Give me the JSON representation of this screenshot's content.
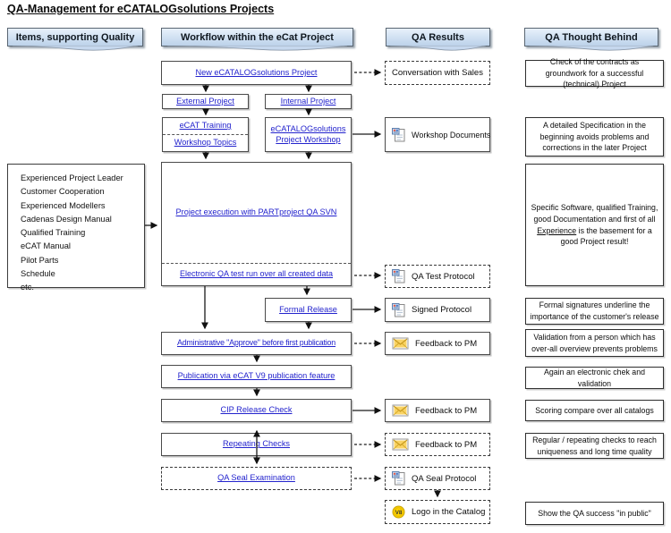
{
  "title": "QA-Management for eCATALOGsolutions Projects",
  "headers": {
    "items": "Items, supporting Quality",
    "workflow": "Workflow within the eCat Project",
    "results": "QA Results",
    "thought": "QA Thought Behind"
  },
  "items_box": [
    "Experienced Project Leader",
    "Customer Cooperation",
    "Experienced Modellers",
    "Cadenas Design Manual",
    "Qualified Training",
    "eCAT Manual",
    "Pilot Parts",
    "Schedule",
    "etc."
  ],
  "workflow": {
    "new_project": "New eCATALOGsolutions Project",
    "external_project": "External Project",
    "internal_project": "Internal Project",
    "ecat_training": "eCAT Training",
    "workshop_topics": "Workshop Topics",
    "project_workshop": "eCATALOGsolutions Project Workshop",
    "project_execution": "Project execution with PARTproject QA SVN",
    "electronic_qa_test": "Electronic QA test run over all created data",
    "formal_release": "Formal Release",
    "administrative_approve": "Administrative \"Approve\" before first publication",
    "publication": "Publication via eCAT V9 publication feature",
    "cip_release_check": "CIP Release Check",
    "repeating_checks": "Repeating Checks",
    "qa_seal_examination": "QA Seal Examination"
  },
  "results": {
    "conversation": "Conversation with Sales",
    "workshop_documents": "Workshop Documents",
    "qa_test_protocol": "QA Test Protocol",
    "signed_protocol": "Signed Protocol",
    "feedback_pm_1": "Feedback to PM",
    "feedback_pm_2": "Feedback to PM",
    "feedback_pm_3": "Feedback to PM",
    "qa_seal_protocol": "QA Seal Protocol",
    "logo_in_catalog": "Logo in the Catalog",
    "seal_logo_text": "V8"
  },
  "thoughts": {
    "contracts": "Check of the contracts as groundwork for a successful (technical) Project",
    "specification": "A detailed Specification in the beginning avoids problems and corrections in the later Project",
    "experience_pre": "Specific Software, qualified Training, good Documentation and first of all ",
    "experience_word": "Experience",
    "experience_post": " is the basement for a good Project result!",
    "signatures": "Formal signatures underline the importance of the customer's release",
    "validation": "Validation from a person which has over-all overview prevents problems",
    "electronic_check": "Again an electronic chek and validation",
    "scoring": "Scoring compare over all catalogs",
    "regular": "Regular / repeating checks to reach uniqueness and long time quality",
    "show_success": "Show the QA success \"in public\""
  },
  "colors": {
    "link_blue": "#2323cd",
    "header_fill": "#bcd2ea",
    "envelope_yellow": "#f6c84c",
    "seal_yellow": "#ffd400"
  }
}
